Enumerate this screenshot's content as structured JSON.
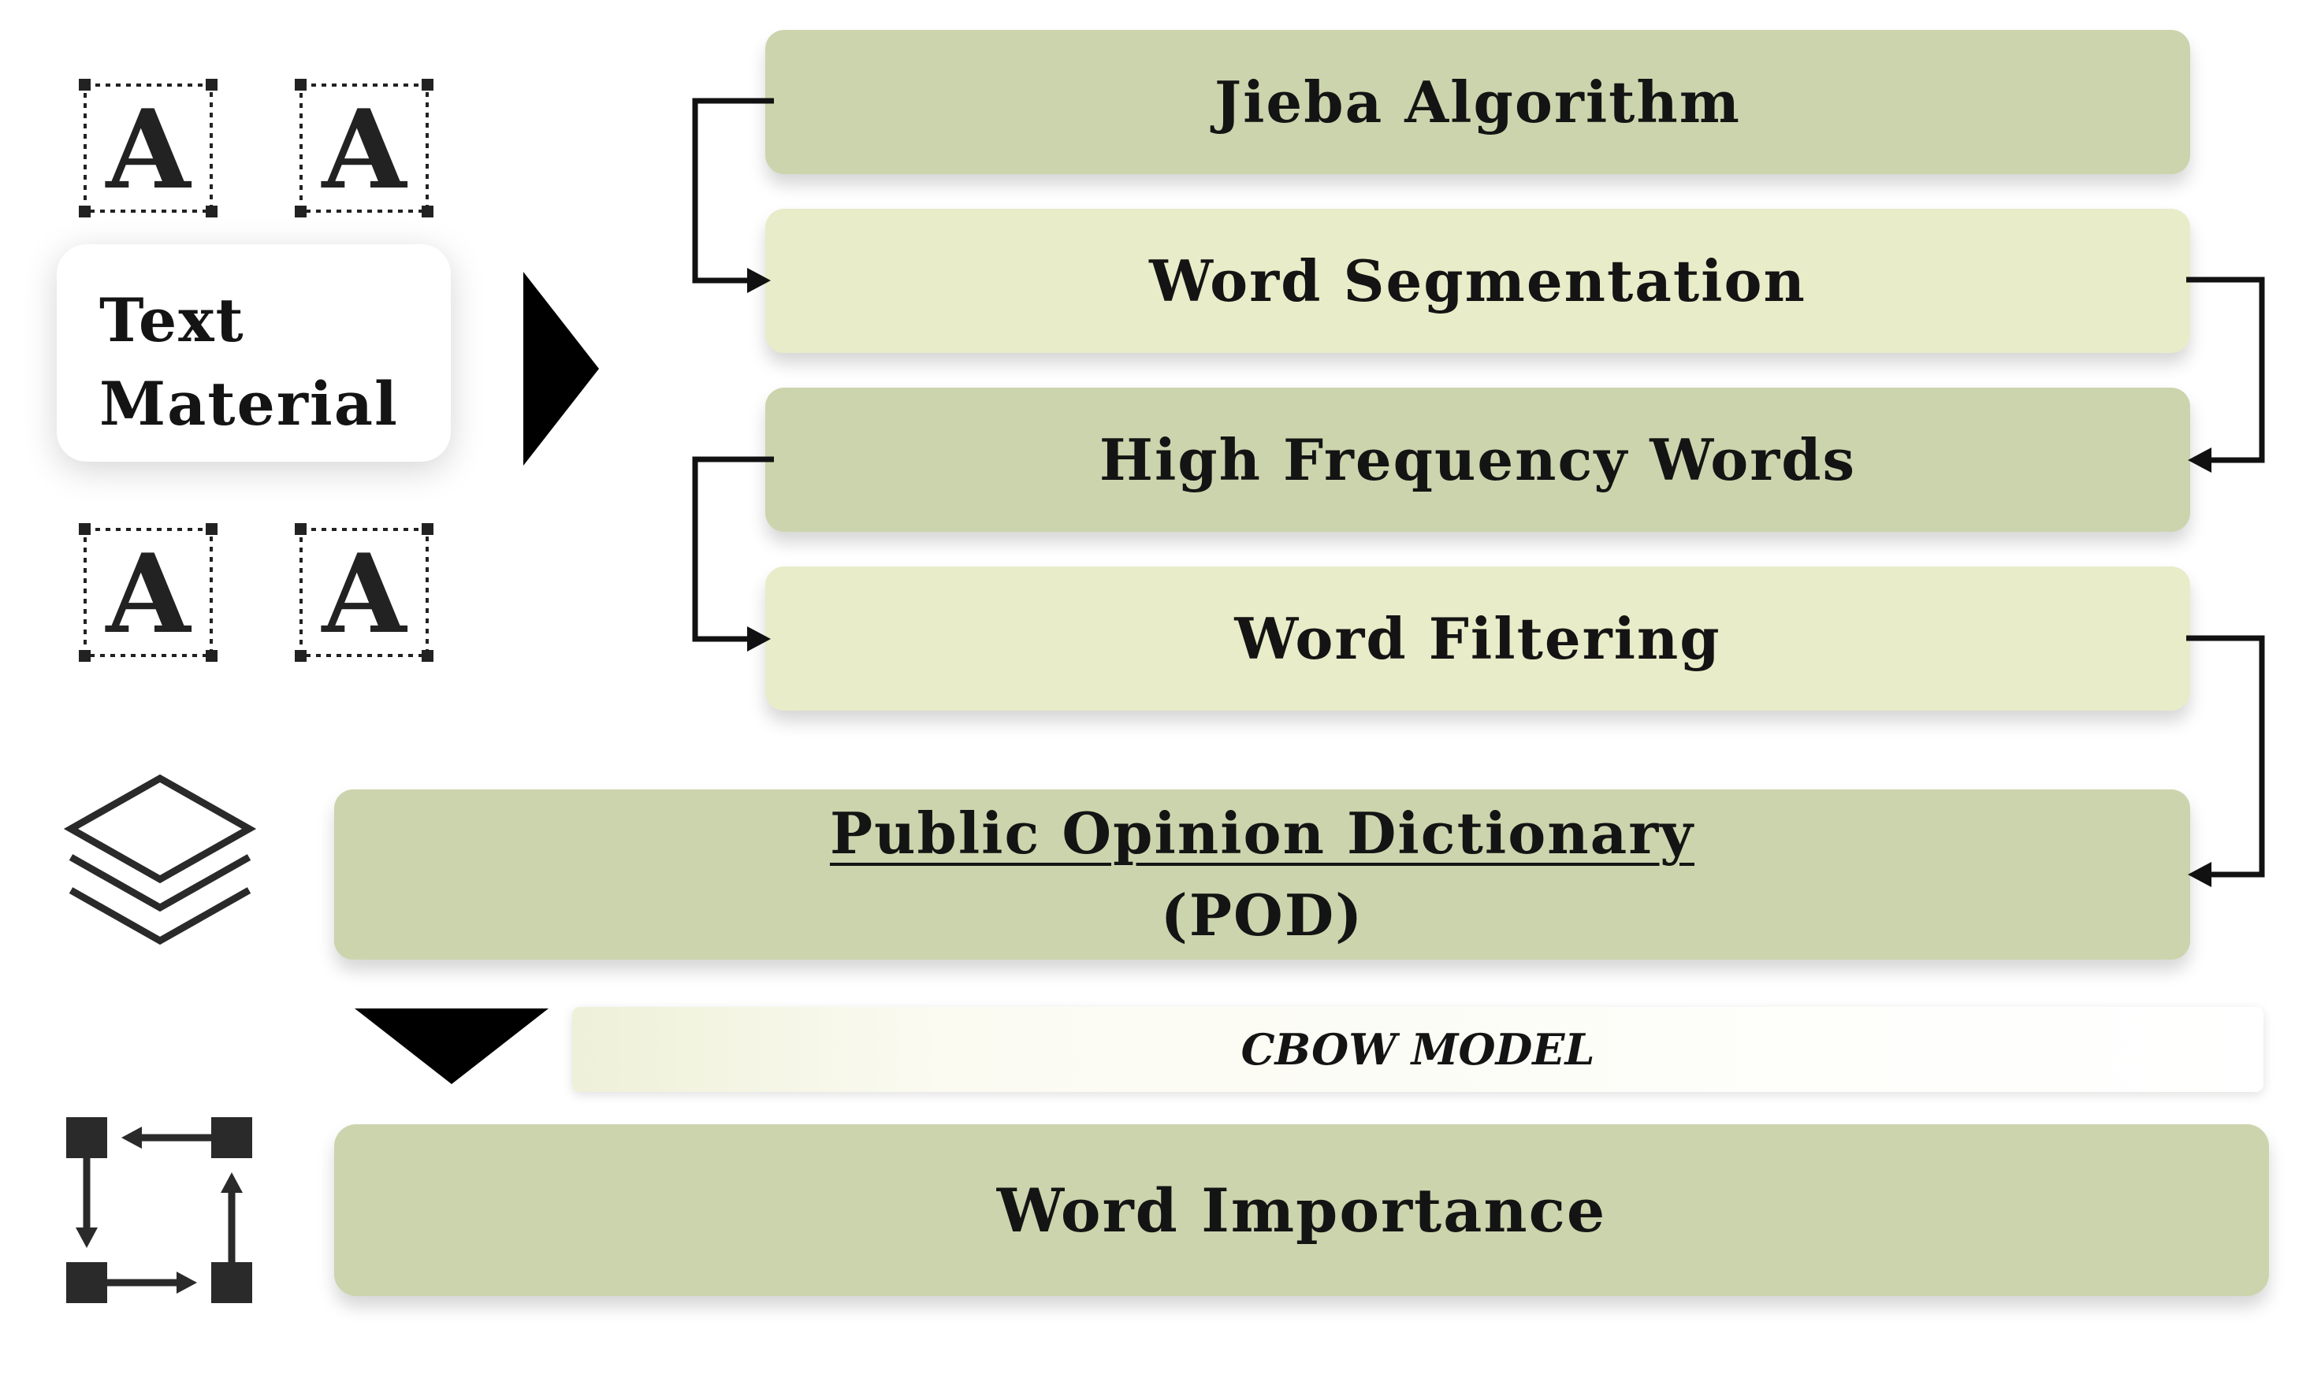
{
  "input": {
    "label_line1": "Text",
    "label_line2": "Material",
    "glyph_letter": "A"
  },
  "steps": [
    {
      "id": "jieba",
      "label": "Jieba Algorithm"
    },
    {
      "id": "segmentation",
      "label": "Word Segmentation"
    },
    {
      "id": "high_frequency",
      "label": "High Frequency Words"
    },
    {
      "id": "filtering",
      "label": "Word Filtering"
    }
  ],
  "dictionary": {
    "title": "Public Opinion Dictionary",
    "abbreviation": "(POD)"
  },
  "model": {
    "label": "CBOW MODEL"
  },
  "output": {
    "label": "Word Importance"
  },
  "icons": {
    "text": "letter-a-glyph-icon",
    "flow": "triangle-arrow-icon",
    "dictionary": "stacked-layers-icon",
    "importance": "square-cycle-arrows-icon"
  },
  "colors": {
    "box_dark": "#ccd4ad",
    "box_light": "#e8ecc8",
    "ink": "#141414",
    "background": "#ffffff"
  }
}
